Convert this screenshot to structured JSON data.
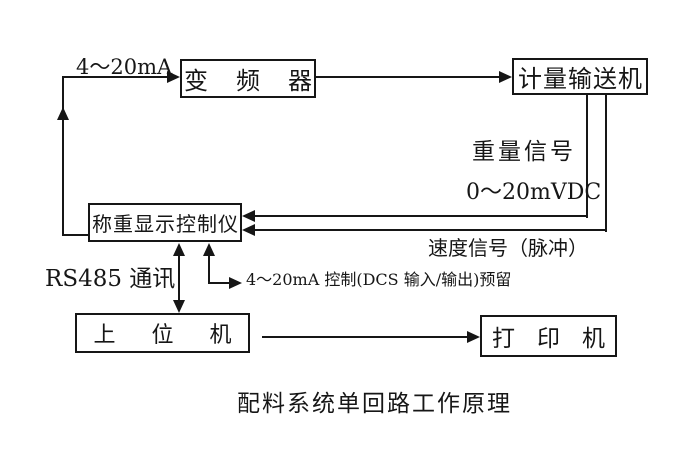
{
  "title": "配料系统单回路工作原理",
  "nodes": {
    "inverter": {
      "label": "变频器"
    },
    "conveyor": {
      "label": "计量输送机"
    },
    "controller": {
      "label": "称重显示控制仪"
    },
    "host": {
      "label": "上位机"
    },
    "printer": {
      "label": "打印机"
    }
  },
  "signals": {
    "current_loop": "4～20mA",
    "weight_name": "重量信号",
    "weight_range": "0～20mVDC",
    "speed": "速度信号（脉冲）",
    "rs485": "RS485 通讯",
    "dcs_reserved": "4～20mA 控制(DCS 输入/输出)预留"
  },
  "colors": {
    "background": "#ffffff",
    "line": "#161616",
    "text": "#161616"
  }
}
